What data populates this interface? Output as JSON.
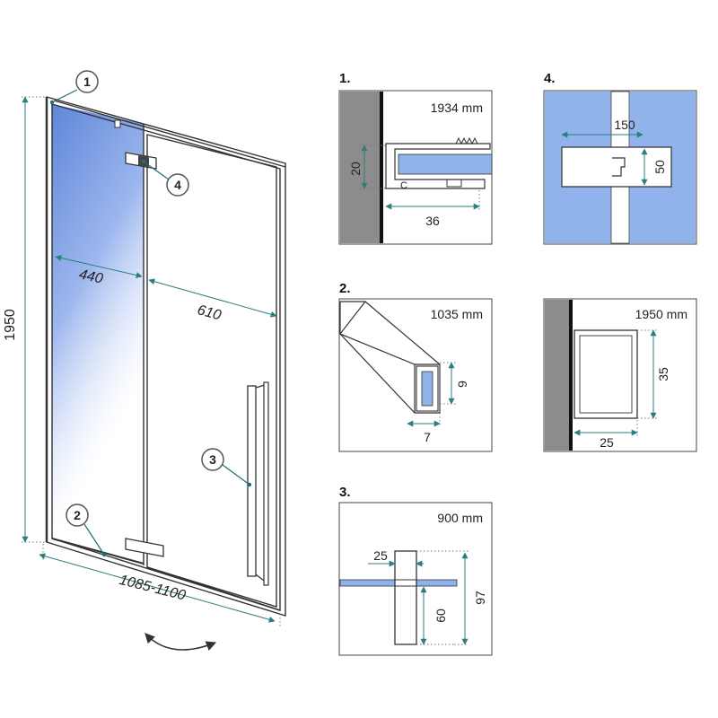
{
  "main_drawing": {
    "height_label": "1950",
    "left_width_label": "440",
    "right_width_label": "610",
    "bottom_width_label": "1085-1100",
    "callouts": [
      "1",
      "2",
      "3",
      "4"
    ]
  },
  "detail_1": {
    "heading": "1.",
    "length": "1934 mm",
    "height_dim": "20",
    "width_dim": "36"
  },
  "detail_2": {
    "heading": "2.",
    "length": "1035 mm",
    "height_dim": "9",
    "width_dim": "7"
  },
  "detail_3": {
    "heading": "3.",
    "length": "900 mm",
    "width_dim": "25",
    "lower_dim": "60",
    "total_dim": "97"
  },
  "detail_4": {
    "heading": "4.",
    "width_dim": "150",
    "height_dim": "50"
  },
  "detail_5": {
    "length": "1950 mm",
    "height_dim": "35",
    "width_dim": "25"
  },
  "colors": {
    "glass": "#8fb3ea",
    "wall": "#8c8c8c",
    "dim": "#2a7f7f"
  }
}
